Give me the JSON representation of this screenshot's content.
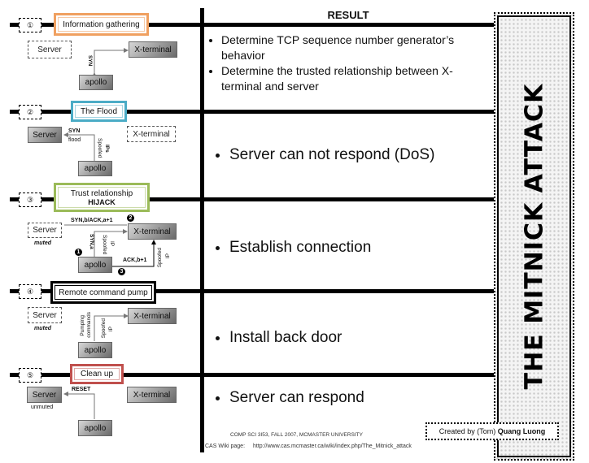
{
  "result_header": "RESULT",
  "sidebar_title": "THE MITNICK ATTACK",
  "steps": [
    {
      "number": "①",
      "title": "Information gathering",
      "subtitle": "",
      "border_color": "#f0a060",
      "nodes": {
        "server": "Server",
        "xterminal": "X-terminal",
        "apollo": "apollo"
      },
      "labels": {
        "syn": "SYN"
      },
      "results": [
        "Determine TCP sequence number generator’s behavior",
        "Determine the trusted relationship between X-terminal and server"
      ]
    },
    {
      "number": "②",
      "title": "The Flood",
      "subtitle": "",
      "border_color": "#4bacc6",
      "nodes": {
        "server": "Server",
        "xterminal": "X-terminal",
        "apollo": "apollo"
      },
      "labels": {
        "syn": "SYN",
        "flood": "flood",
        "spoofed": "Spoofed",
        "ips": "IPs"
      },
      "results": [
        "Server can not respond (DoS)"
      ]
    },
    {
      "number": "③",
      "title": "Trust relationship",
      "subtitle": "HIJACK",
      "border_color": "#9bbb59",
      "nodes": {
        "server": "Server",
        "xterminal": "X-terminal",
        "apollo": "apollo"
      },
      "labels": {
        "muted": "muted",
        "synack": "SYN,b/ACK,a+1",
        "syna": "SYN,a",
        "spoofed_a": "Spoofed",
        "ip_a": "IP",
        "ack": "ACK,b+1",
        "spoofed_b": "Spoofed",
        "ip_b": "IP",
        "badge1": "1",
        "badge2": "2",
        "badge3": "3"
      },
      "results": [
        "Establish connection"
      ]
    },
    {
      "number": "④",
      "title": "Remote command pump",
      "subtitle": "",
      "border_color": "#000000",
      "nodes": {
        "server": "Server",
        "xterminal": "X-terminal",
        "apollo": "apollo"
      },
      "labels": {
        "muted": "muted",
        "pumping": "Pumping",
        "commands": "commands",
        "spoofed": "Spoofed",
        "ip": "IP"
      },
      "results": [
        "Install back door"
      ]
    },
    {
      "number": "⑤",
      "title": "Clean up",
      "subtitle": "",
      "border_color": "#c0504d",
      "nodes": {
        "server": "Server",
        "xterminal": "X-terminal",
        "apollo": "apollo"
      },
      "labels": {
        "reset": "RESET",
        "unmuted": "unmuted"
      },
      "results": [
        "Server can respond"
      ]
    }
  ],
  "footer": {
    "course": "COMP SCI 3I53, FALL 2007, MCMASTER UNIVERSITY",
    "wiki_label": "CAS Wiki page:",
    "wiki_url": "http://www.cas.mcmaster.ca/wiki/index.php/The_Mitnick_attack",
    "credit_prefix": "Created by (Tom) ",
    "credit_name": "Quang Luong"
  }
}
